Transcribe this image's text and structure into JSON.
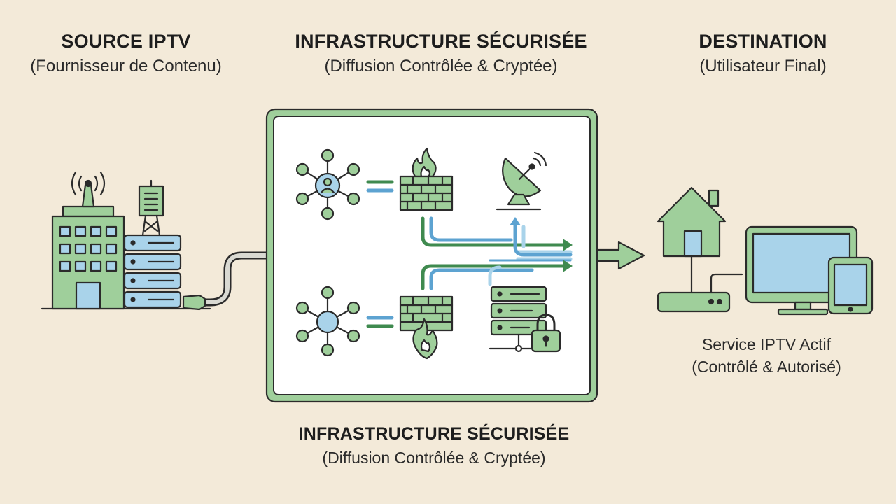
{
  "source": {
    "title": "SOURCE IPTV",
    "subtitle": "(Fournisseur de Contenu)"
  },
  "infrastructure": {
    "title": "INFRASTRUCTURE SÉCURISÉE",
    "subtitle": "(Diffusion Contrôlée & Cryptée)"
  },
  "infrastructure_caption": {
    "title": "INFRASTRUCTURE SÉCURISÉE",
    "subtitle": "(Diffusion Contrôlée & Cryptée)"
  },
  "destination": {
    "title": "DESTINATION",
    "subtitle": "(Utilisateur Final)",
    "service_line1": "Service IPTV Actif",
    "service_line2": "(Contrôlé & Autorisé)"
  },
  "icons": [
    "building-icon",
    "antenna-icon",
    "server-rack-icon",
    "cable-icon",
    "network-hub-icon",
    "firewall-icon",
    "satellite-dish-icon",
    "secure-server-icon",
    "lock-icon",
    "arrow-right-icon",
    "house-icon",
    "router-icon",
    "monitor-icon",
    "tablet-icon"
  ],
  "colors": {
    "background": "#f3ead9",
    "green": "#9fcf9b",
    "dark_green": "#3f8a4f",
    "blue": "#a9d3ea",
    "outline": "#2b2b2b",
    "panel_border": "#7fb880"
  }
}
